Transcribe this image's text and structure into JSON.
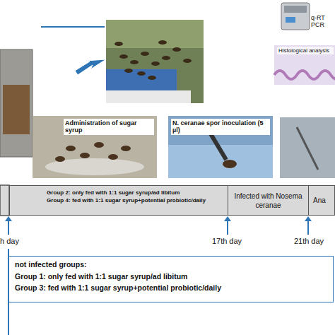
{
  "diagram": {
    "nodes": [
      {
        "text": [
          "Group 2: only fed with 1:1 sugar syrup/ad libitum",
          "Group 4: fed with 1:1 sugar syrup+potential probiotic/daily"
        ]
      },
      {
        "text": [
          "Infected with Nosema ceranae"
        ]
      },
      {
        "text": [
          "Ana"
        ]
      },
      {
        "text": [
          "not infected groups:",
          "Group 1: only fed with 1:1 sugar syrup/ad libitum",
          "Group 3: fed with 1:1 sugar syrup+potential probiotic/daily"
        ]
      }
    ],
    "labels": [
      "q-RT PCR",
      "Histological analysis",
      "Administration of sugar syrup",
      "N. ceranae spor inoculation (5 µl)",
      "h day",
      "17th day",
      "21th day"
    ]
  }
}
